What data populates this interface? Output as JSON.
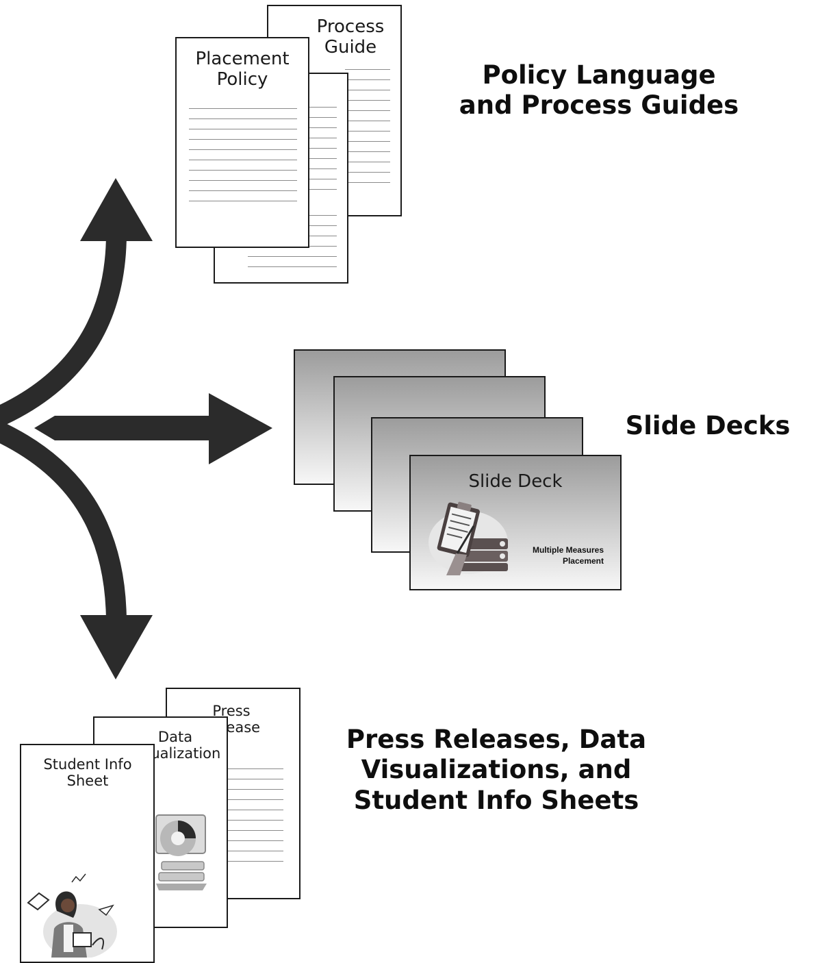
{
  "documents": {
    "process_guide": "Process Guide",
    "placement_policy": "Placement Policy",
    "press_release": "Press Release",
    "data_visualization": "Data Visualization",
    "student_info_sheet": "Student Info Sheet"
  },
  "slide": {
    "title": "Slide Deck",
    "caption_line1": "Multiple Measures",
    "caption_line2": "Placement"
  },
  "headings": {
    "policy_line1": "Policy Language",
    "policy_line2": "and Process Guides",
    "slides": "Slide Decks",
    "press_line1": "Press Releases, Data",
    "press_line2": "Visualizations, and",
    "press_line3": "Student Info Sheets"
  },
  "colors": {
    "arrow": "#2b2b2b",
    "border": "#1a1a1a",
    "slide_top": "#9c9c9c",
    "slide_bottom": "#f7f7f7"
  },
  "icons": [
    "clipboard-binders-icon",
    "pie-chart-monitor-icon",
    "student-reading-icon"
  ]
}
